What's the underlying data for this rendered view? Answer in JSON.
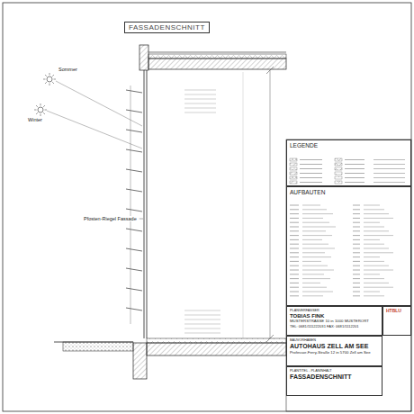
{
  "diagram": {
    "title": "FASSADENSCHNITT",
    "nodes": [
      {
        "text": [
          "LEGENDE"
        ]
      },
      {
        "text": [
          "AUFBAUTEN"
        ]
      },
      {
        "text": [
          "PLANVERFASSER",
          "TOBIAS FINK",
          "MUSTERSTRASSE 10 in 1000 MUSTERORT",
          "TEL: 0681/111222031 FAX: 0681/1112201"
        ]
      },
      {
        "text": [
          "BAUVORHABEN",
          "AUTOHAUS ZELL AM SEE",
          "Professor-Ferry-Straße 12 in 5700 Zell am See"
        ]
      },
      {
        "text": [
          "PLANTITEL - PLANINHALT",
          "FASSADENSCHNITT"
        ]
      },
      {
        "text": [
          "HTBLU"
        ]
      }
    ],
    "edges": [],
    "labels": [
      "Sommer",
      "Winter",
      "Pfosten-Riegel Fassade"
    ]
  }
}
